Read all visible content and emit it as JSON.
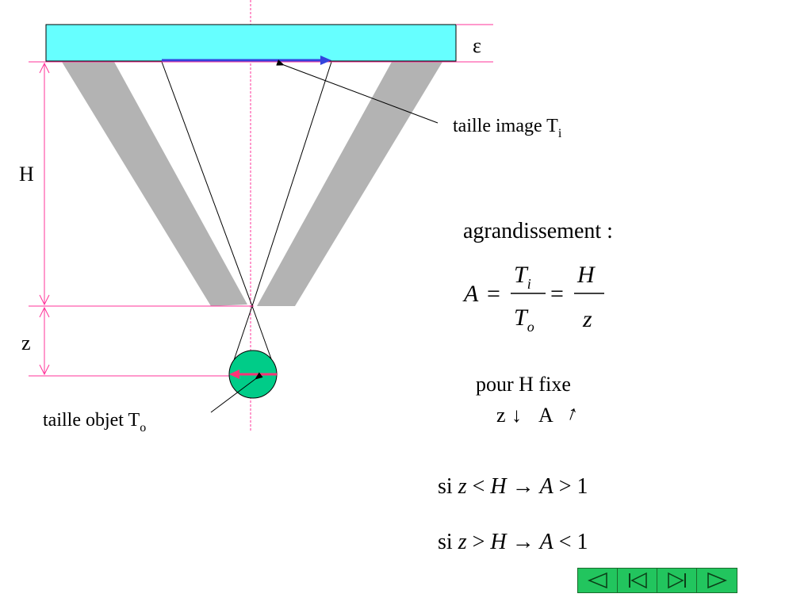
{
  "labels": {
    "epsilon": "ε",
    "image_size": "taille image  T",
    "image_size_sub": "i",
    "H": "H",
    "z": "z",
    "object_size": "taille objet  T",
    "object_size_sub": "o"
  },
  "formula": {
    "heading": "agrandissement :",
    "A": "A",
    "eq1": "=",
    "num1": "T",
    "num1_sub": "i",
    "den1": "T",
    "den1_sub": "o",
    "eq2": "=",
    "num2": "H",
    "den2": "z"
  },
  "notes": {
    "fixed_H": "pour H fixe",
    "trend_z": "z",
    "trend_down": "↓",
    "trend_A": "A",
    "trend_up": "↑"
  },
  "conditions": {
    "case1": {
      "si": "si ",
      "z": "z",
      "rel": " < ",
      "H": "H",
      "arrow": " → ",
      "A": "A",
      "res": " > 1"
    },
    "case2": {
      "si": "si ",
      "z": "z",
      "rel": " > ",
      "H": "H",
      "arrow": " → ",
      "A": "A",
      "res": " < 1"
    }
  },
  "colors": {
    "plate": "#66ffff",
    "lens": "#b3b3b3",
    "object": "#00cc88",
    "dimension": "#ff3399",
    "image_arrow": "#3344dd",
    "object_arrow": "#ff3377",
    "nav_green": "#22c55e"
  },
  "nav": [
    {
      "name": "previous-button",
      "icon": "previous-icon"
    },
    {
      "name": "first-button",
      "icon": "first-icon"
    },
    {
      "name": "last-button",
      "icon": "last-icon"
    },
    {
      "name": "next-button",
      "icon": "next-icon"
    }
  ]
}
